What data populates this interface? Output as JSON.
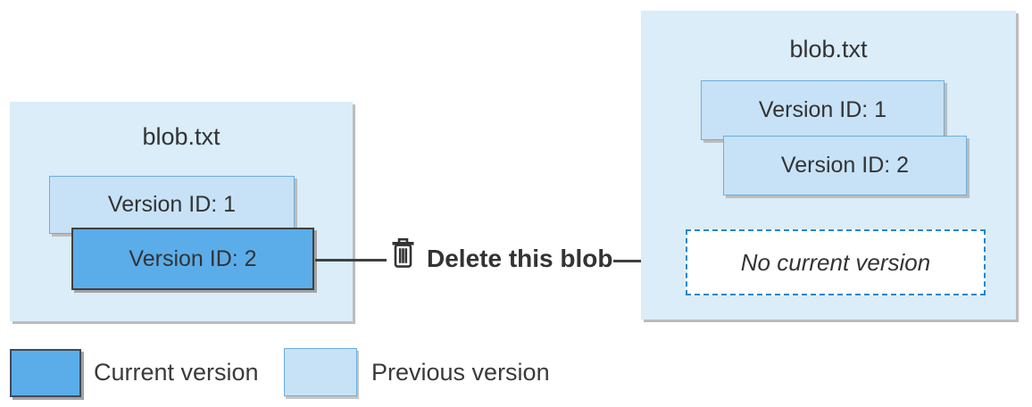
{
  "before": {
    "title": "blob.txt",
    "versions": [
      {
        "label": "Version ID: 1",
        "state": "previous"
      },
      {
        "label": "Version ID: 2",
        "state": "current"
      }
    ]
  },
  "action": {
    "label": "Delete this blob",
    "icon": "trash-icon"
  },
  "after": {
    "title": "blob.txt",
    "versions": [
      {
        "label": "Version ID: 1",
        "state": "previous"
      },
      {
        "label": "Version ID: 2",
        "state": "previous"
      }
    ],
    "placeholder": "No current version"
  },
  "legend": {
    "items": [
      {
        "label": "Current version",
        "color": "#5BADEA"
      },
      {
        "label": "Previous version",
        "color": "#C7E2F7"
      }
    ]
  },
  "colors": {
    "container_background": "#DAEDF8",
    "current_version_fill": "#5BADEA",
    "current_version_border": "#404040",
    "previous_version_fill": "#C7E2F7",
    "previous_version_border": "#6BADDE",
    "dashed_border": "#2287CF",
    "shadow": "#BCBCBC",
    "arrow": "#404040",
    "text": "#333333"
  }
}
